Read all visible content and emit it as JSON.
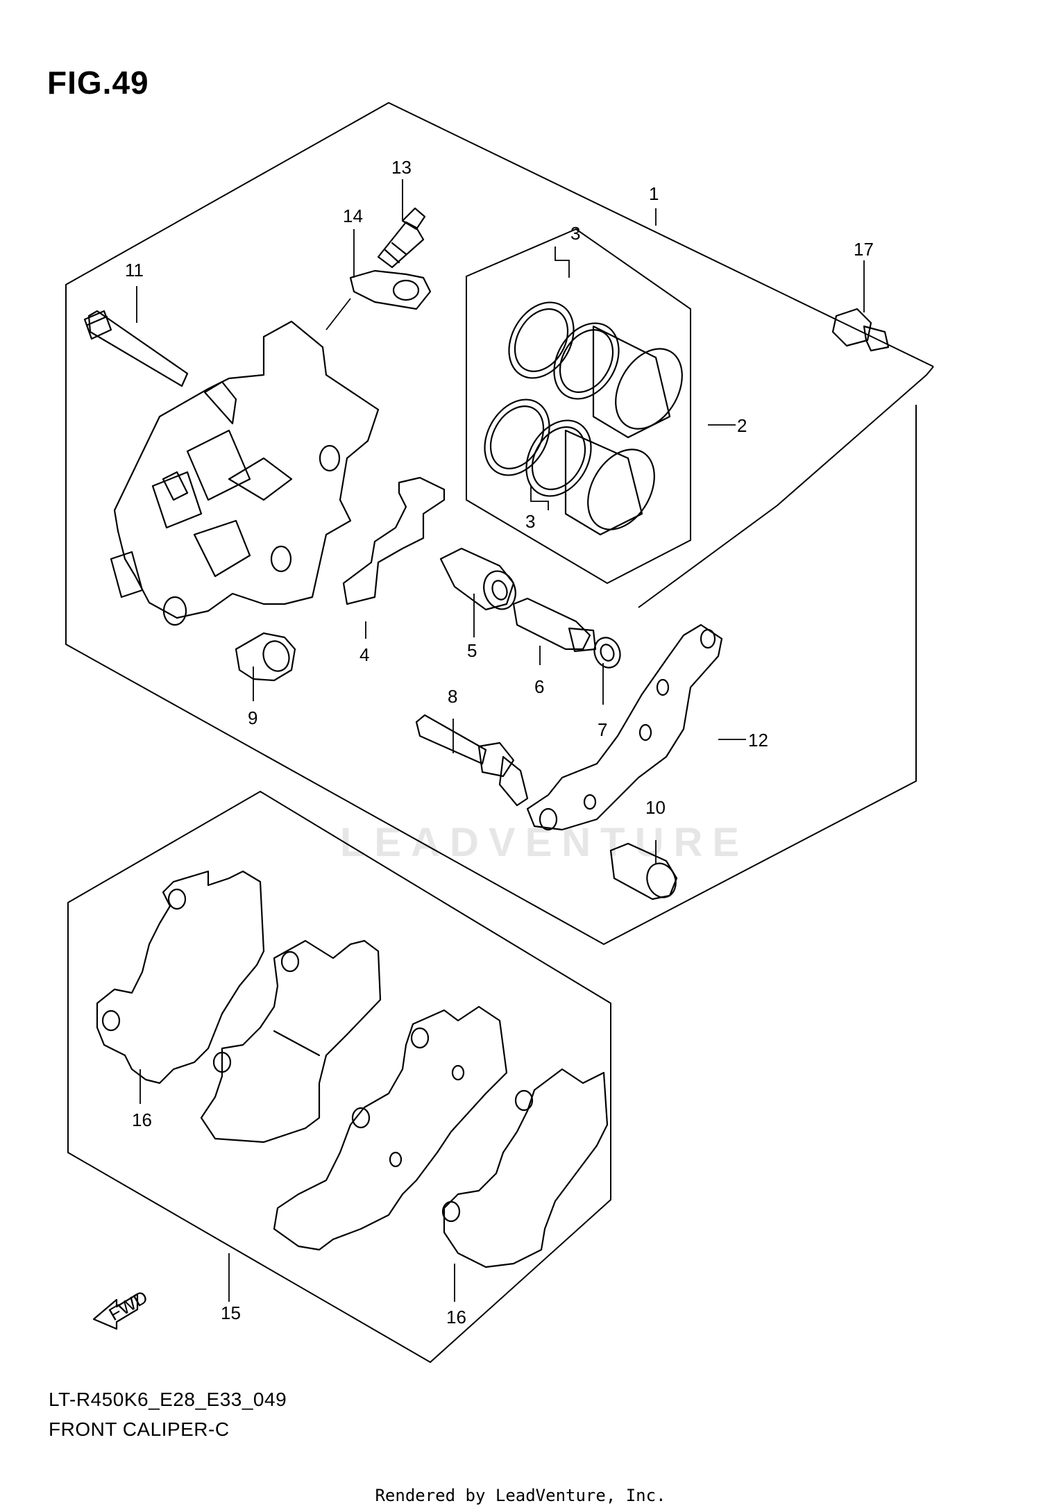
{
  "figure": {
    "title": "FIG.49"
  },
  "labels": {
    "p1": "1",
    "p2": "2",
    "p3a": "3",
    "p3b": "3",
    "p4": "4",
    "p5": "5",
    "p6": "6",
    "p7": "7",
    "p8": "8",
    "p9": "9",
    "p10": "10",
    "p11": "11",
    "p12": "12",
    "p13": "13",
    "p14": "14",
    "p15": "15",
    "p16a": "16",
    "p16b": "16",
    "p17": "17"
  },
  "fwd_label": "FWD",
  "watermark": "LEADVENTURE",
  "model_code": "LT-R450K6_E28_E33_049",
  "diagram_name": "FRONT CALIPER-C",
  "footer": "Rendered by LeadVenture, Inc."
}
